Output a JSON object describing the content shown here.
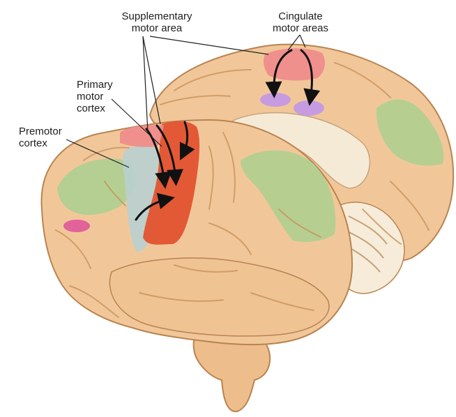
{
  "labels": {
    "supplementary_motor_area": "Supplementary\nmotor area",
    "cingulate_motor_areas": "Cingulate\nmotor areas",
    "primary_motor_cortex": "Primary\nmotor\ncortex",
    "premotor_cortex": "Premotor\ncortex"
  },
  "colors": {
    "brain_tissue": "#f1c79a",
    "sulcus": "#c78f58",
    "primary_motor": "#e2532f",
    "premotor": "#a9d08f",
    "supplementary_motor": "#f08a8c",
    "cingulate": "#f08a8c",
    "cingulate_lower": "#c79be0",
    "posterior_green": "#a9d08f",
    "grey_premotor": "#b9cfd0",
    "magenta_spot": "#e2629a",
    "arrow": "#111111"
  }
}
